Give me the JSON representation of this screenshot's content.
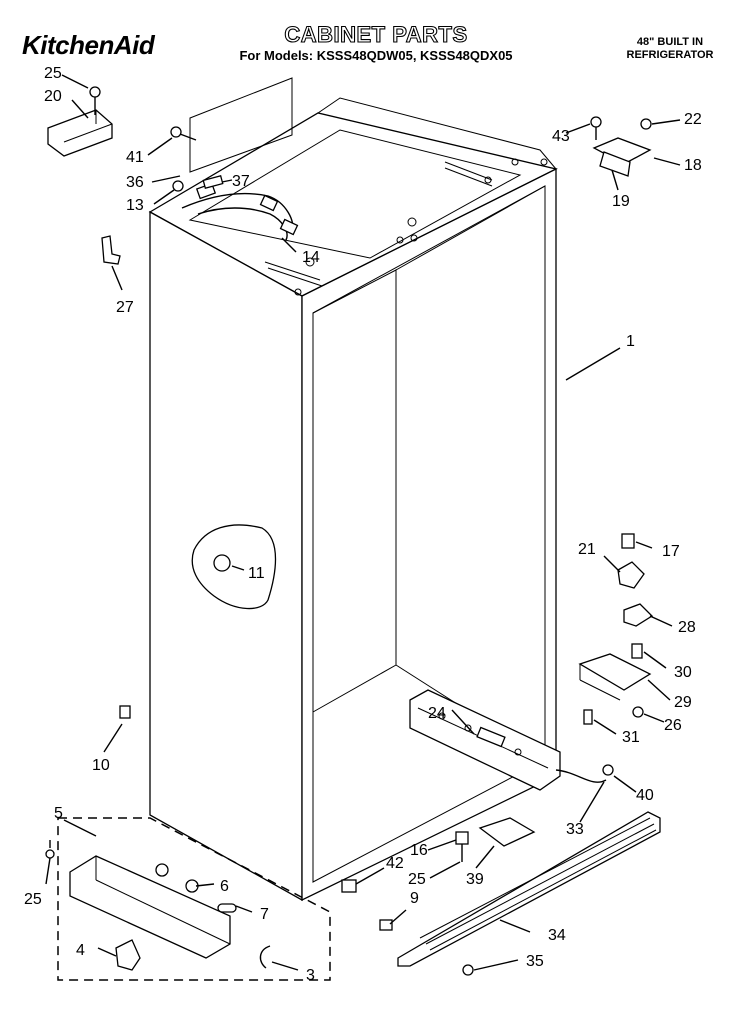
{
  "header": {
    "brand": "KitchenAid",
    "title": "CABINET PARTS",
    "models": "For Models: KSSS48QDW05, KSSS48QDX05",
    "right_line1": "48\" BUILT IN",
    "right_line2": "REFRIGERATOR"
  },
  "callouts": {
    "c1": "1",
    "c3": "3",
    "c4": "4",
    "c5": "5",
    "c6": "6",
    "c7": "7",
    "c9": "9",
    "c10": "10",
    "c11": "11",
    "c13": "13",
    "c14": "14",
    "c16": "16",
    "c17": "17",
    "c18": "18",
    "c19": "19",
    "c20": "20",
    "c21": "21",
    "c22": "22",
    "c24": "24",
    "c25a": "25",
    "c25b": "25",
    "c25c": "25",
    "c26": "26",
    "c27": "27",
    "c28": "28",
    "c29": "29",
    "c30": "30",
    "c31": "31",
    "c33": "33",
    "c34": "34",
    "c35": "35",
    "c36": "36",
    "c37": "37",
    "c39": "39",
    "c40": "40",
    "c41": "41",
    "c42": "42",
    "c43": "43"
  }
}
